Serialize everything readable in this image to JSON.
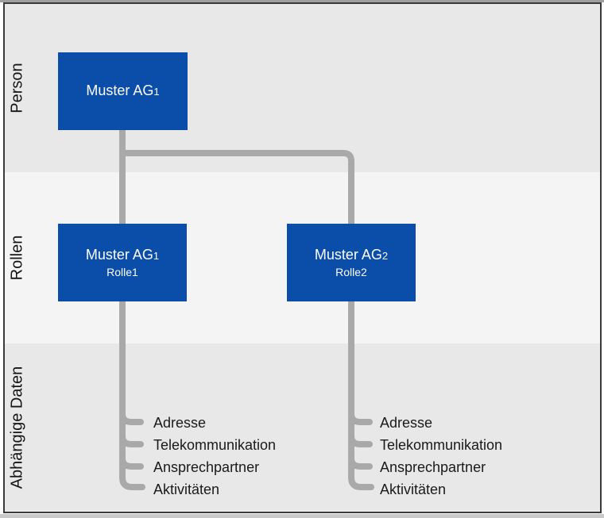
{
  "diagram": {
    "layers": [
      {
        "label": "Person"
      },
      {
        "label": "Rollen"
      },
      {
        "label": "Abhängige Daten"
      }
    ],
    "person_box": {
      "name": "Muster AG",
      "index": "1"
    },
    "role_boxes": [
      {
        "name": "Muster AG",
        "index": "1",
        "role": "Rolle1"
      },
      {
        "name": "Muster AG",
        "index": "2",
        "role": "Rolle2"
      }
    ],
    "dependent_items": [
      "Adresse",
      "Telekommunikation",
      "Ansprechpartner",
      "Aktivitäten"
    ],
    "colors": {
      "box_blue": "#0b4ea9",
      "connector_gray": "#a9a9a9",
      "band_dark": "#e8e8e8",
      "band_light": "#f4f4f4"
    }
  }
}
